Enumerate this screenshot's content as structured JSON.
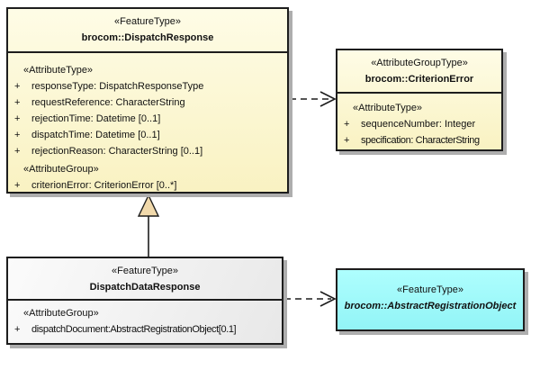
{
  "diagram_type": "uml-class-diagram",
  "colors": {
    "background": "#ffffff",
    "yellow_box_top": "#fefce6",
    "yellow_box_bottom": "#f9f2c2",
    "gray_box_top": "#fbfbfb",
    "gray_box_bottom": "#e8e8e8",
    "cyan_box_top": "#aefefe",
    "cyan_box_bottom": "#92f4f6",
    "border": "#1d1d1d",
    "shadow": "#aeaeae",
    "generalization_triangle_fill": "#f1d9ab"
  },
  "boxes": {
    "dispatch_response": {
      "stereotype": "«FeatureType»",
      "name": "brocom::DispatchResponse",
      "sections": [
        {
          "label": "«AttributeType»",
          "items": [
            {
              "vis": "+",
              "text": "responseType: DispatchResponseType"
            },
            {
              "vis": "+",
              "text": "requestReference: CharacterString"
            },
            {
              "vis": "+",
              "text": "rejectionTime: Datetime [0..1]"
            },
            {
              "vis": "+",
              "text": "dispatchTime: Datetime [0..1]"
            },
            {
              "vis": "+",
              "text": "rejectionReason: CharacterString [0..1]"
            }
          ]
        },
        {
          "label": "«AttributeGroup»",
          "items": [
            {
              "vis": "+",
              "text": "criterionError: CriterionError [0..*]"
            }
          ]
        }
      ]
    },
    "criterion_error": {
      "stereotype": "«AttributeGroupType»",
      "name": "brocom::CriterionError",
      "sections": [
        {
          "label": "«AttributeType»",
          "items": [
            {
              "vis": "+",
              "text": "sequenceNumber: Integer"
            },
            {
              "vis": "+",
              "text": "specification: CharacterString"
            }
          ]
        }
      ]
    },
    "dispatch_data_response": {
      "stereotype": "«FeatureType»",
      "name": "DispatchDataResponse",
      "sections": [
        {
          "label": "«AttributeGroup»",
          "items": [
            {
              "vis": "+",
              "text": "dispatchDocument:AbstractRegistrationObject[0.1]"
            }
          ]
        }
      ]
    },
    "abstract_registration_object": {
      "stereotype": "«FeatureType»",
      "name": "brocom::AbstractRegistrationObject"
    }
  },
  "relations": [
    {
      "type": "dependency",
      "from": "brocom::DispatchResponse",
      "to": "brocom::CriterionError",
      "line": "dashed",
      "arrowhead": "open"
    },
    {
      "type": "generalization",
      "from": "DispatchDataResponse",
      "to": "brocom::DispatchResponse",
      "line": "solid",
      "arrowhead": "triangle"
    },
    {
      "type": "dependency",
      "from": "DispatchDataResponse",
      "to": "brocom::AbstractRegistrationObject",
      "line": "dashed",
      "arrowhead": "open"
    }
  ]
}
